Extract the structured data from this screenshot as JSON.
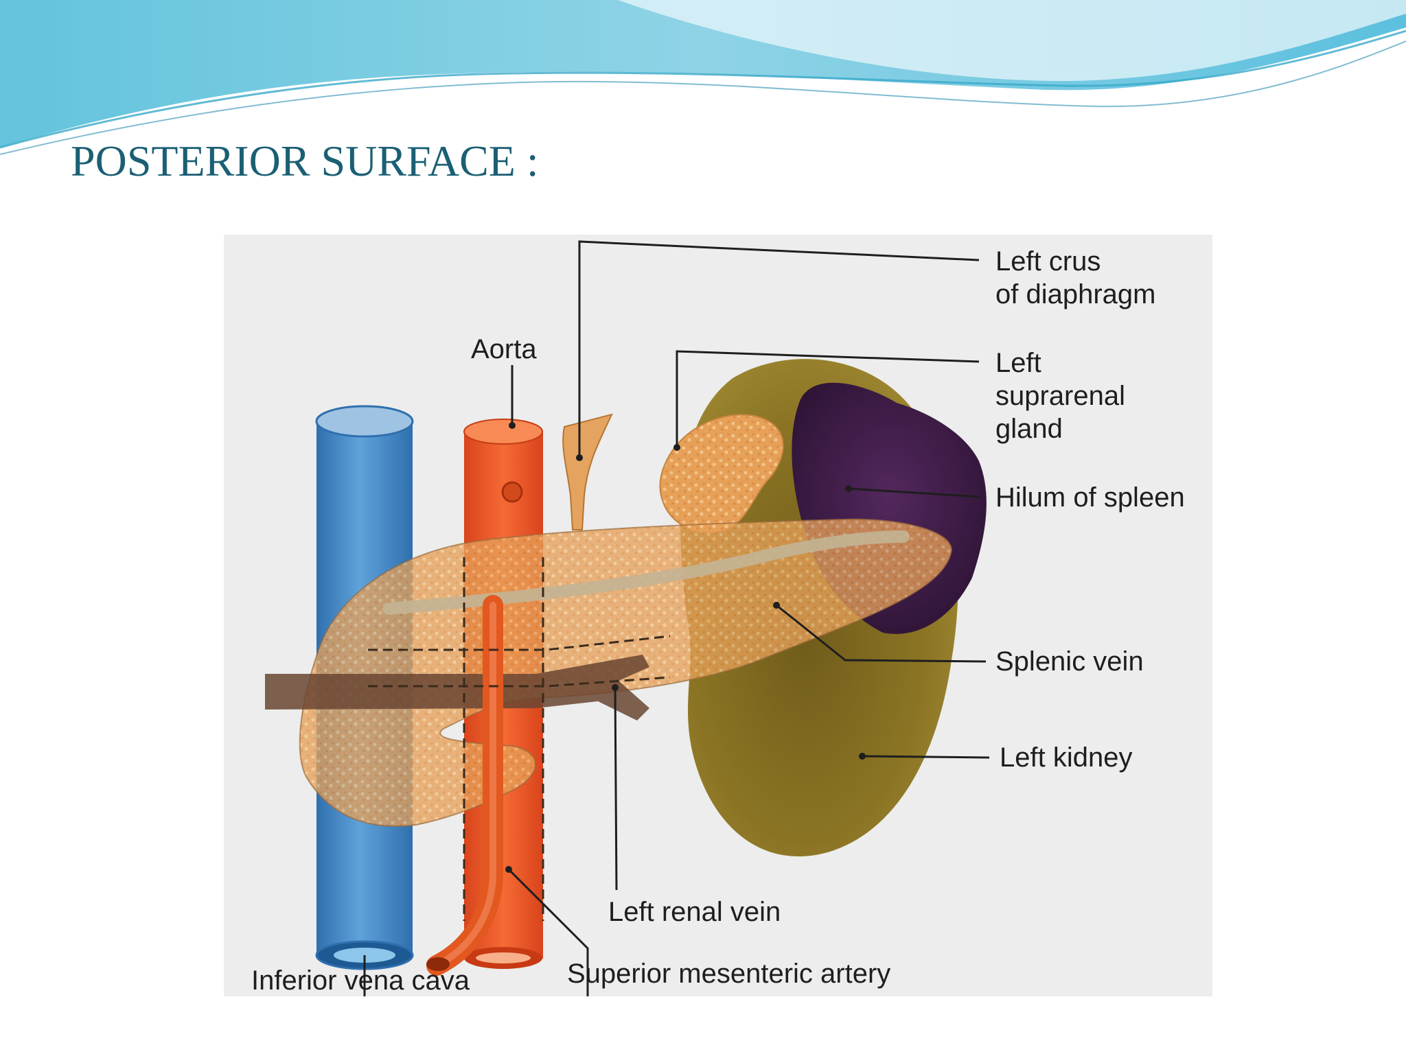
{
  "slide": {
    "title": "POSTERIOR SURFACE :"
  },
  "diagram": {
    "labels": {
      "left_crus_line1": "Left crus",
      "left_crus_line2": "of diaphragm",
      "aorta": "Aorta",
      "suprarenal_line1": "Left",
      "suprarenal_line2": "suprarenal",
      "suprarenal_line3": "gland",
      "hilum": "Hilum of spleen",
      "splenic_vein": "Splenic vein",
      "left_kidney": "Left kidney",
      "left_renal_vein": "Left renal vein",
      "ivc": "Inferior vena cava",
      "sma": "Superior mesenteric artery"
    },
    "colors": {
      "ivc": "#4a8fc9",
      "aorta": "#ee5a2a",
      "pancreas": "#e7a260",
      "kidney": "#7f6a1c",
      "spleen": "#3e1b47",
      "suprarenal": "#e6a055",
      "renal_vein": "#6a4532",
      "splenic_vein": "#c3b493",
      "title": "#1b5f74"
    }
  }
}
